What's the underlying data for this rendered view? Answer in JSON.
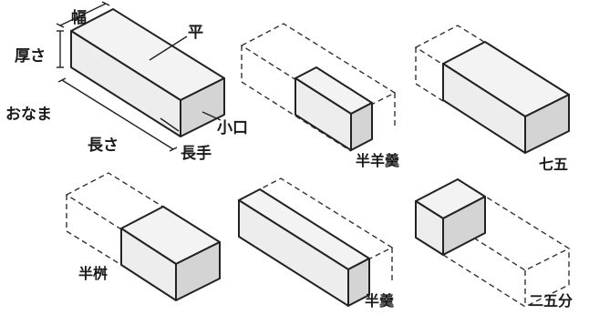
{
  "full_brick": {
    "dimensions": {
      "width": "幅",
      "thickness": "厚さ",
      "length": "長さ"
    },
    "faces": {
      "flat": "平",
      "long_side": "長手",
      "end": "小口"
    },
    "body_label": "おなま"
  },
  "cuts": {
    "half_yokan": "半羊羹",
    "three_quarter": "七五",
    "half_masu": "半桝",
    "yokan": "半羹",
    "quarter": "二五分"
  }
}
